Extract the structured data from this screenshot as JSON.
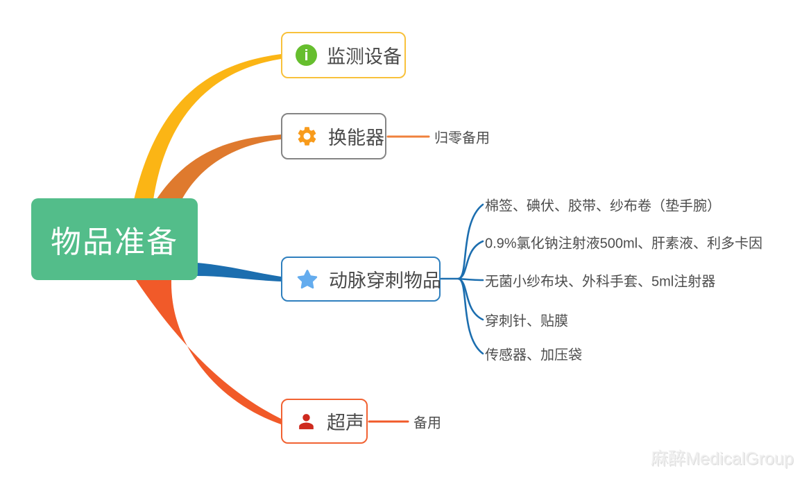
{
  "root": {
    "label": "物品准备"
  },
  "branches": [
    {
      "label": "监测设备",
      "icon": "info-icon",
      "children": []
    },
    {
      "label": "换能器",
      "icon": "gear-icon",
      "children": [
        "归零备用"
      ]
    },
    {
      "label": "动脉穿刺物品",
      "icon": "star-icon",
      "children": [
        "棉签、碘伏、胶带、纱布卷（垫手腕）",
        "0.9%氯化钠注射液500ml、肝素液、利多卡因",
        "无菌小纱布块、外科手套、5ml注射器",
        "穿刺针、贴膜",
        "传感器、加压袋"
      ]
    },
    {
      "label": "超声",
      "icon": "person-icon",
      "children": [
        "备用"
      ]
    }
  ],
  "icons": {
    "info_glyph": "i"
  },
  "watermark": "麻醉MedicalGroup",
  "colors": {
    "root_bg": "#53BD8A",
    "text": "#4A4A4A",
    "branch_monitor": "#FBB515",
    "branch_transducer": "#DF7A2E",
    "branch_arterial": "#1C6EAF",
    "branch_ultrasound": "#F15A29",
    "border_monitor": "#F8C13B",
    "border_transducer": "#848484",
    "border_arterial": "#2E7FBE",
    "border_ultrasound": "#F16232",
    "icon_info": "#66BE2E",
    "icon_gear": "#F89B1C",
    "icon_star": "#64ACEE",
    "icon_person": "#CE2A1E"
  }
}
